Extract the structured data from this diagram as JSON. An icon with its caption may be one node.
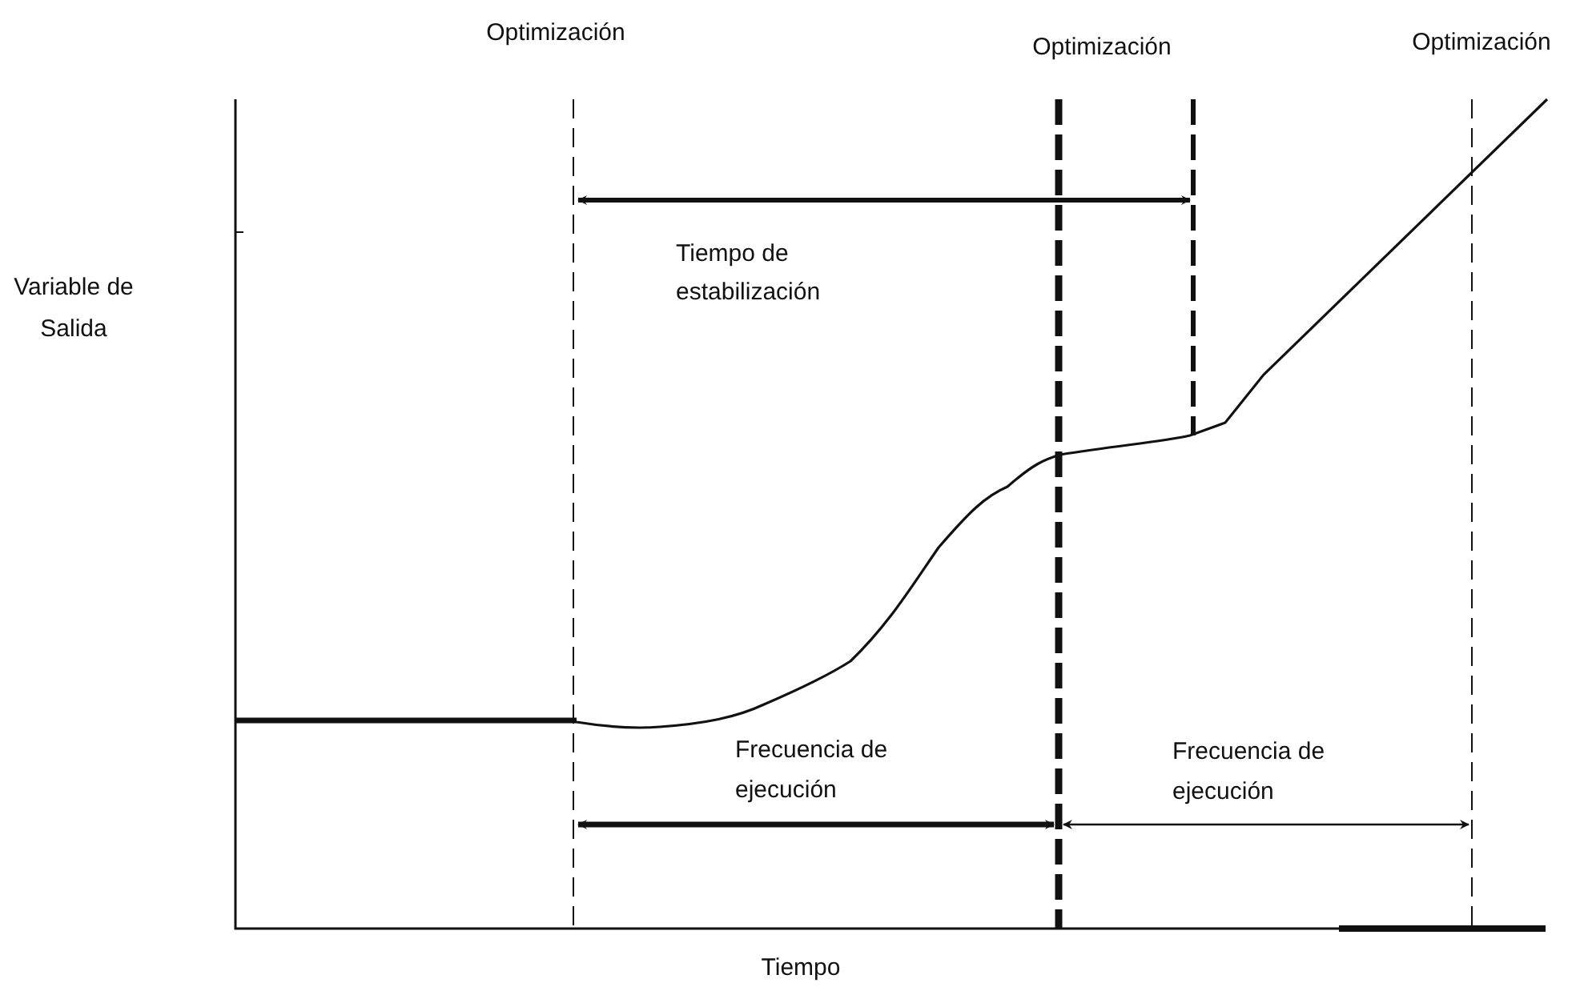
{
  "diagram": {
    "labels": [
      "Optimización",
      "Optimización",
      "Optimización",
      "Variable de Salida",
      "Tiempo de estabilización",
      "Frecuencia de ejecución",
      "Frecuencia de ejecución",
      "Tiempo"
    ]
  }
}
